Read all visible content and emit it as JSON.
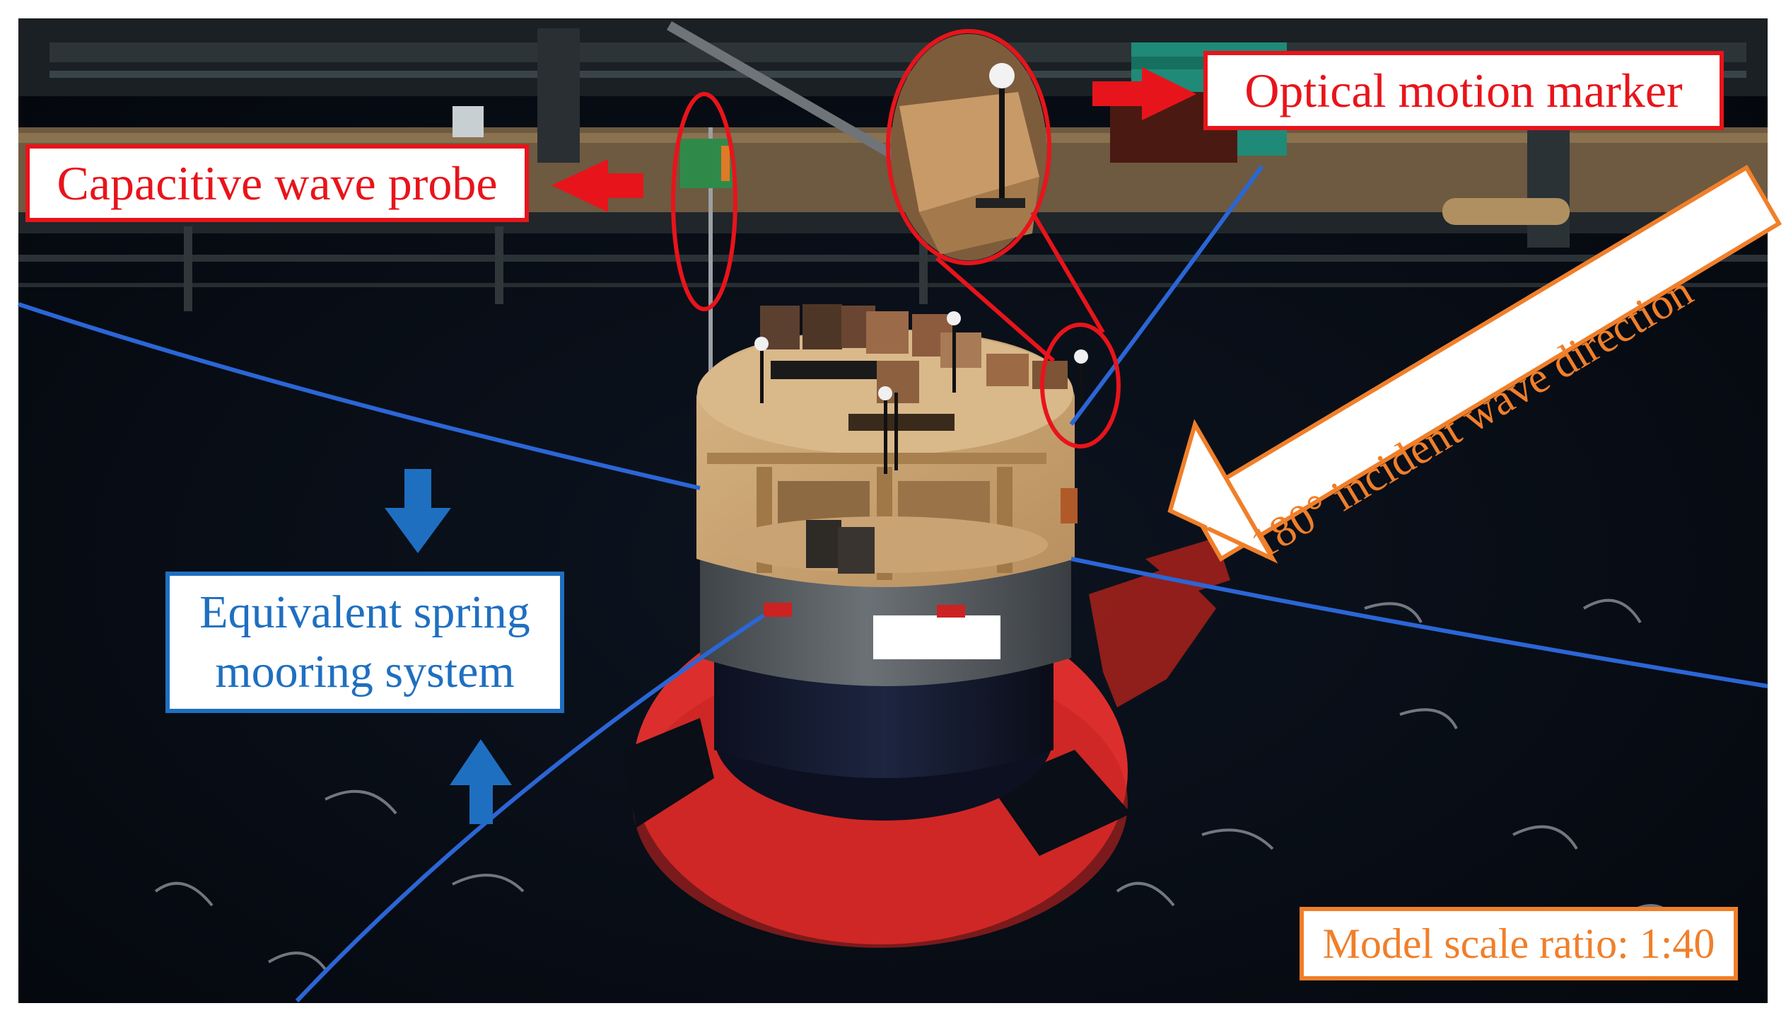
{
  "annotations": {
    "capacitive_wave_probe": "Capacitive wave probe",
    "optical_motion_marker": "Optical motion marker",
    "incident_wave_direction": "180° incident wave direction",
    "mooring_line1": "Equivalent spring",
    "mooring_line2": "mooring system",
    "model_scale": "Model scale ratio: 1:40"
  },
  "colors": {
    "red_annotation": "#e8141b",
    "blue_annotation": "#1f6fc0",
    "orange_annotation": "#f07f2a",
    "water": "#070b12",
    "model_wood": "#c9a374",
    "model_grey_hull": "#5f6469",
    "model_dark_hull": "#141a2a",
    "heave_plate": "#e8322e",
    "mooring_line": "#2b66d6"
  },
  "icons": {
    "probe_arrow": "arrow-left-icon",
    "marker_arrow": "arrow-right-icon",
    "wave_arrow": "arrow-down-left-icon",
    "spring_arrows": "arrow-down-up-icons"
  }
}
